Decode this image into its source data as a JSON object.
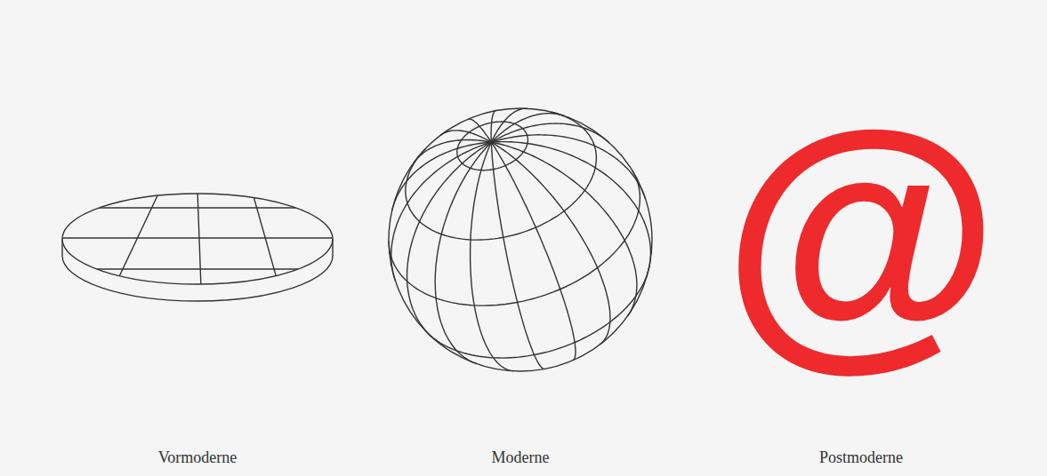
{
  "diagram": {
    "labels": [
      "@",
      "Vormoderne",
      "Moderne",
      "Postmoderne"
    ]
  }
}
